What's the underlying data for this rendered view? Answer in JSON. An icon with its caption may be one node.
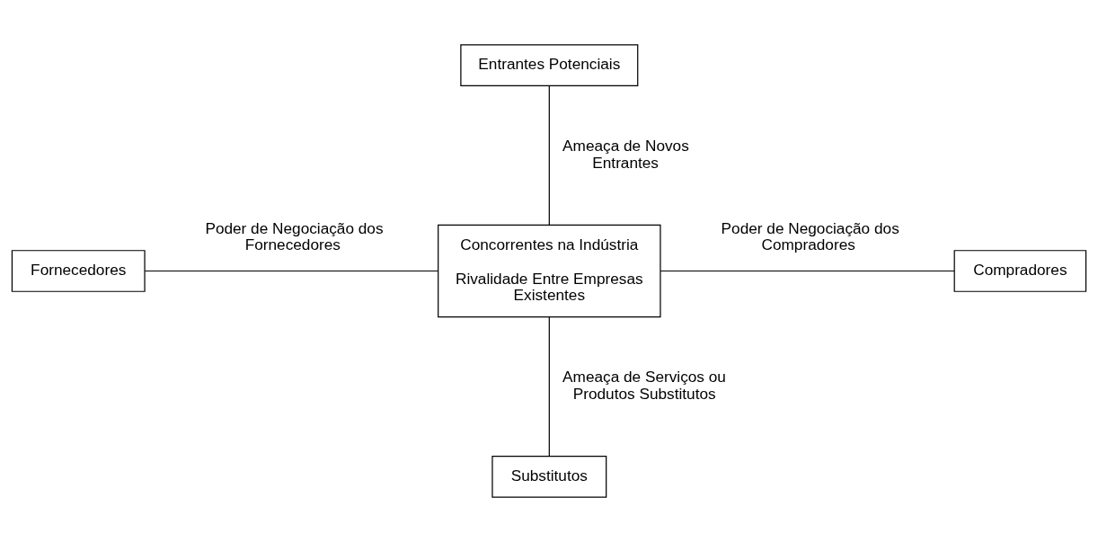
{
  "diagram": {
    "nodes": [
      {
        "text": [
          "Entrantes Potenciais"
        ]
      },
      {
        "text": [
          "Fornecedores"
        ]
      },
      {
        "text": [
          "Concorrentes na Indústria",
          "Rivalidade Entre Empresas Existentes"
        ]
      },
      {
        "text": [
          "Compradores"
        ]
      },
      {
        "text": [
          "Substitutos"
        ]
      }
    ],
    "edges": [
      {
        "from": 0,
        "to": 2,
        "arrow": "none",
        "label": "Ameaça de Novos Entrantes"
      },
      {
        "from": 1,
        "to": 2,
        "arrow": "none",
        "label": "Poder de Negociação dos Fornecedores"
      },
      {
        "from": 2,
        "to": 3,
        "arrow": "none",
        "label": "Poder de Negociação dos Compradores"
      },
      {
        "from": 2,
        "to": 4,
        "arrow": "none",
        "label": "Ameaça de Serviços ou Produtos Substitutos"
      }
    ]
  }
}
